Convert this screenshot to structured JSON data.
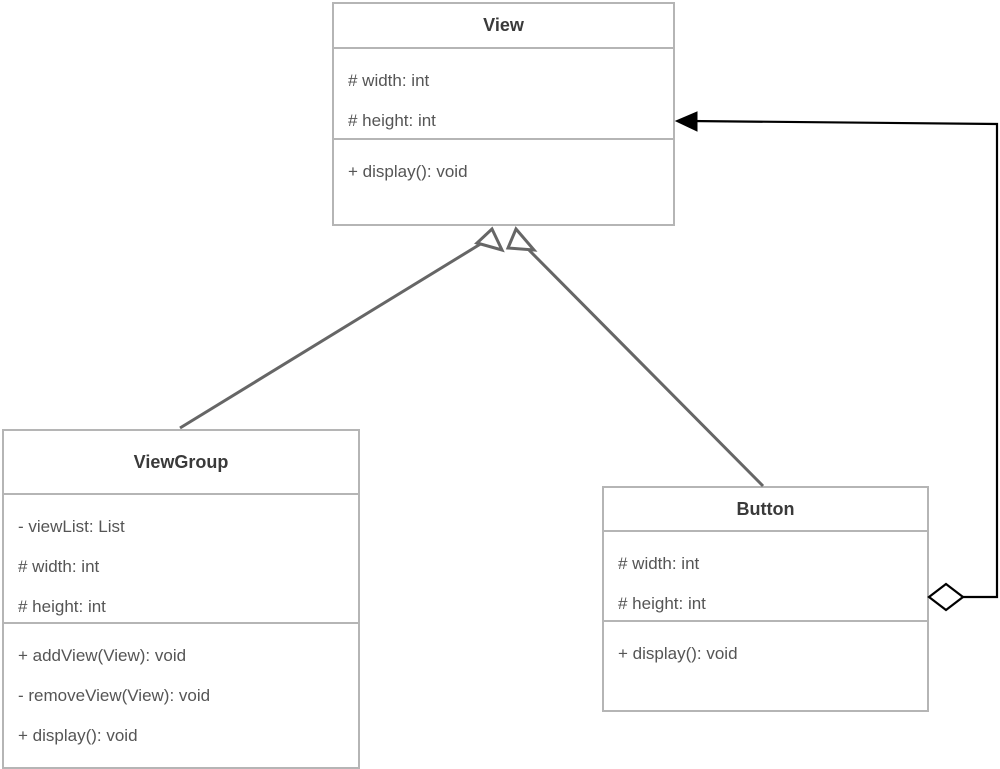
{
  "diagram": {
    "kind": "uml-class-diagram",
    "background": "#ffffff",
    "box_border_color": "#b5b5b5",
    "title_text_color": "#3a3a3a",
    "member_text_color": "#555555",
    "generalization_color": "#666666",
    "aggregation_color": "#000000"
  },
  "classes": {
    "view": {
      "name": "View",
      "attributes": [
        "# width: int",
        "# height: int"
      ],
      "operations": [
        "+ display(): void"
      ]
    },
    "viewgroup": {
      "name": "ViewGroup",
      "attributes": [
        "- viewList: List",
        "# width: int",
        "# height: int"
      ],
      "operations": [
        "+ addView(View): void",
        "- removeView(View): void",
        "+ display(): void"
      ]
    },
    "button": {
      "name": "Button",
      "attributes": [
        "# width: int",
        "# height: int"
      ],
      "operations": [
        "+ display(): void"
      ]
    }
  },
  "relationships": [
    {
      "id": "gen-viewgroup-view",
      "type": "generalization",
      "from": "ViewGroup",
      "to": "View",
      "arrowhead": "hollow-triangle",
      "color": "#666666"
    },
    {
      "id": "gen-button-view",
      "type": "generalization",
      "from": "Button",
      "to": "View",
      "arrowhead": "hollow-triangle",
      "color": "#666666"
    },
    {
      "id": "agg-button-view",
      "type": "aggregation",
      "from": "Button",
      "to": "View",
      "diamond": "hollow",
      "arrowhead": "solid-filled",
      "color": "#000000"
    }
  ]
}
